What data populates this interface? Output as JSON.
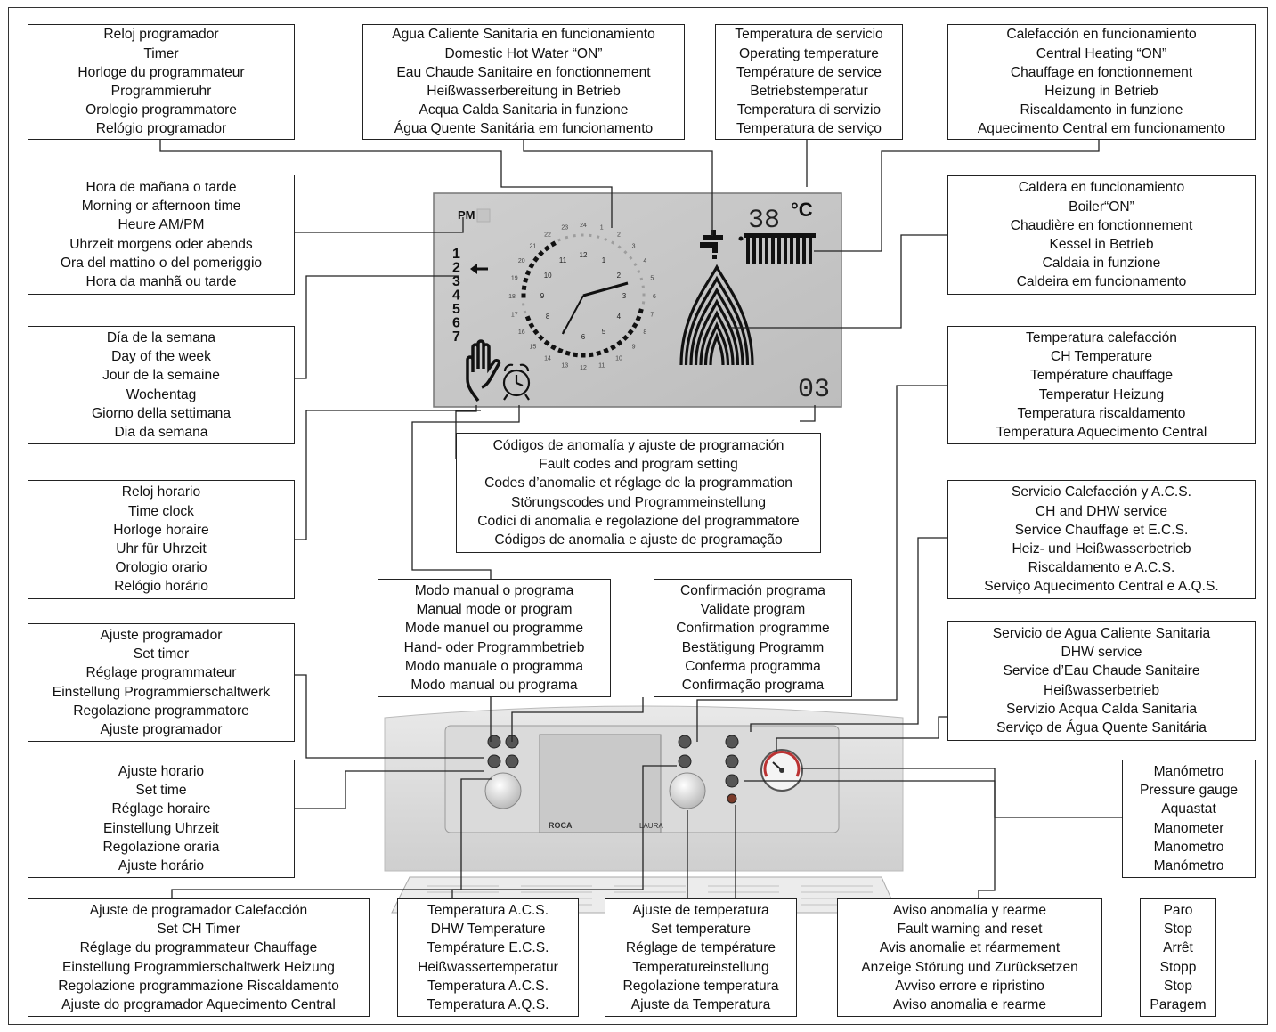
{
  "labels": {
    "timer": [
      "Reloj programador",
      "Timer",
      "Horloge du programmateur",
      "Programmieruhr",
      "Orologio programmatore",
      "Relógio programador"
    ],
    "dhw_on": [
      "Agua Caliente Sanitaria en funcionamiento",
      "Domestic Hot Water “ON”",
      "Eau Chaude Sanitaire en fonctionnement",
      "Heißwasserbereitung in Betrieb",
      "Acqua Calda Sanitaria in funzione",
      "Água Quente Sanitária em funcionamento"
    ],
    "operating_temp": [
      "Temperatura de servicio",
      "Operating temperature",
      "Température de service",
      "Betriebstemperatur",
      "Temperatura di servizio",
      "Temperatura de serviço"
    ],
    "ch_on": [
      "Calefacción en funcionamiento",
      "Central Heating “ON”",
      "Chauffage en fonctionnement",
      "Heizung in Betrieb",
      "Riscaldamento in funzione",
      "Aquecimento Central em funcionamento"
    ],
    "am_pm": [
      "Hora de mañana o tarde",
      "Morning or afternoon time",
      "Heure AM/PM",
      "Uhrzeit morgens oder abends",
      "Ora del mattino o del pomeriggio",
      "Hora da manhã ou tarde"
    ],
    "boiler_on": [
      "Caldera en funcionamiento",
      "Boiler“ON”",
      "Chaudière en fonctionnement",
      "Kessel in Betrieb",
      "Caldaia in funzione",
      "Caldeira em funcionamento"
    ],
    "day_of_week": [
      "Día de la semana",
      "Day of the week",
      "Jour de la semaine",
      "Wochentag",
      "Giorno della settimana",
      "Dia da semana"
    ],
    "ch_temp": [
      "Temperatura calefacción",
      "CH Temperature",
      "Température chauffage",
      "Temperatur Heizung",
      "Temperatura riscaldamento",
      "Temperatura Aquecimento Central"
    ],
    "fault_codes": [
      "Códigos de anomalía y ajuste de programación",
      "Fault codes and program setting",
      "Codes d’anomalie et réglage de la programmation",
      "Störungscodes und Programmeinstellung",
      "Codici di anomalia e regolazione del programmatore",
      "Códigos de anomalia e ajuste de programação"
    ],
    "time_clock": [
      "Reloj horario",
      "Time clock",
      "Horloge horaire",
      "Uhr für Uhrzeit",
      "Orologio orario",
      "Relógio horário"
    ],
    "ch_dhw_service": [
      "Servicio Calefacción y A.C.S.",
      "CH and DHW service",
      "Service Chauffage et E.C.S.",
      "Heiz- und Heißwasserbetrieb",
      "Riscaldamento e A.C.S.",
      "Serviço Aquecimento Central e A.Q.S."
    ],
    "manual_mode": [
      "Modo manual o programa",
      "Manual mode or program",
      "Mode manuel ou programme",
      "Hand- oder Programmbetrieb",
      "Modo manuale o programma",
      "Modo manual ou programa"
    ],
    "confirm_program": [
      "Confirmación programa",
      "Validate program",
      "Confirmation programme",
      "Bestätigung Programm",
      "Conferma programma",
      "Confirmação programa"
    ],
    "set_timer": [
      "Ajuste programador",
      "Set timer",
      "Réglage programmateur",
      "Einstellung Programmierschaltwerk",
      "Regolazione programmatore",
      "Ajuste programador"
    ],
    "dhw_service": [
      "Servicio de Agua Caliente Sanitaria",
      "DHW service",
      "Service d’Eau Chaude Sanitaire",
      "Heißwasserbetrieb",
      "Servizio Acqua Calda Sanitaria",
      "Serviço de Água Quente Sanitária"
    ],
    "set_time": [
      "Ajuste horario",
      "Set time",
      "Réglage horaire",
      "Einstellung Uhrzeit",
      "Regolazione oraria",
      "Ajuste horário"
    ],
    "pressure_gauge": [
      "Manómetro",
      "Pressure gauge",
      "Aquastat",
      "Manometer",
      "Manometro",
      "Manómetro"
    ],
    "set_ch_timer": [
      "Ajuste de programador Calefacción",
      "Set CH Timer",
      "Réglage du programmateur Chauffage",
      "Einstellung Programmierschaltwerk Heizung",
      "Regolazione programmazione Riscaldamento",
      "Ajuste do programador Aquecimento Central"
    ],
    "dhw_temp": [
      "Temperatura A.C.S.",
      "DHW Temperature",
      "Température E.C.S.",
      "Heißwassertemperatur",
      "Temperatura A.C.S.",
      "Temperatura A.Q.S."
    ],
    "set_temp": [
      "Ajuste de temperatura",
      "Set temperature",
      "Réglage de température",
      "Temperatureinstellung",
      "Regolazione temperatura",
      "Ajuste da Temperatura"
    ],
    "fault_reset": [
      "Aviso anomalía y rearme",
      "Fault warning and reset",
      "Avis anomalie et réarmement",
      "Anzeige Störung und Zurücksetzen",
      "Avviso errore e ripristino",
      "Aviso anomalia e rearme"
    ],
    "stop": [
      "Paro",
      "Stop",
      "Arrêt",
      "Stopp",
      "Stop",
      "Paragem"
    ]
  },
  "display": {
    "pm": "PM",
    "temperature": "38",
    "unit": "°C",
    "code": "03",
    "days": [
      "1",
      "2",
      "3",
      "4",
      "5",
      "6",
      "7"
    ],
    "clock_numbers": [
      "12",
      "1",
      "2",
      "3",
      "4",
      "5",
      "6",
      "7",
      "8",
      "9",
      "10",
      "11"
    ],
    "dial_numbers": [
      "24",
      "1",
      "2",
      "3",
      "4",
      "5",
      "6",
      "7",
      "8",
      "9",
      "10",
      "11",
      "12",
      "13",
      "14",
      "15",
      "16",
      "17",
      "18",
      "19",
      "20",
      "21",
      "22",
      "23"
    ]
  },
  "panel": {
    "brand": "ROCA",
    "model": "LAURA"
  }
}
